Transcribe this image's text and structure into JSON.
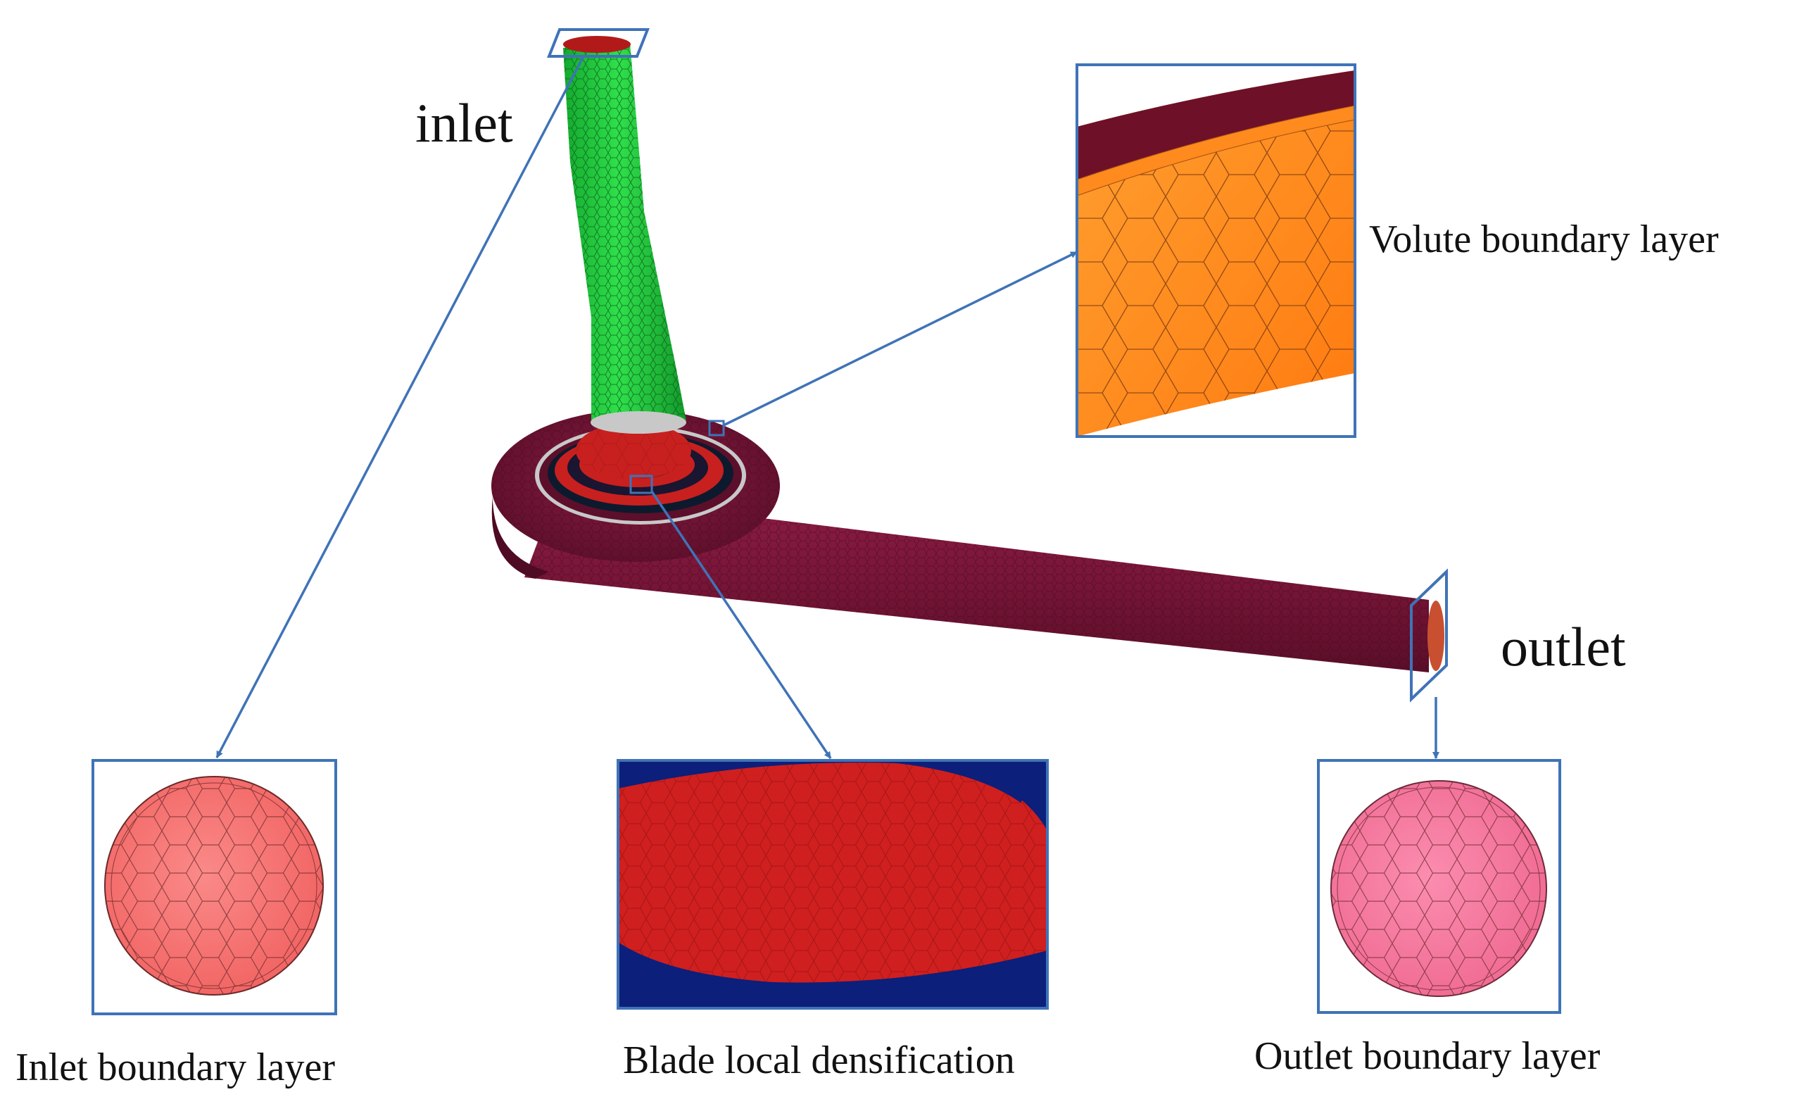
{
  "labels": {
    "inlet": "inlet",
    "outlet": "outlet",
    "volute_boundary_layer": "Volute boundary layer",
    "inlet_boundary_layer": "Inlet boundary layer",
    "blade_local_densification": "Blade local densification",
    "outlet_boundary_layer": "Outlet boundary layer"
  },
  "colors": {
    "callout_frame": "#3f73b7",
    "inlet_pipe": "#1fcc3a",
    "volute_body": "#7a1638",
    "impeller_red": "#c8201f",
    "volute_inset_fill": "#ff8a1e",
    "inlet_inset_fill": "#f7706c",
    "outlet_inset_fill": "#f7779a",
    "blade_inset_fill": "#d01f1f",
    "blade_inset_background": "#0c1f7a"
  }
}
